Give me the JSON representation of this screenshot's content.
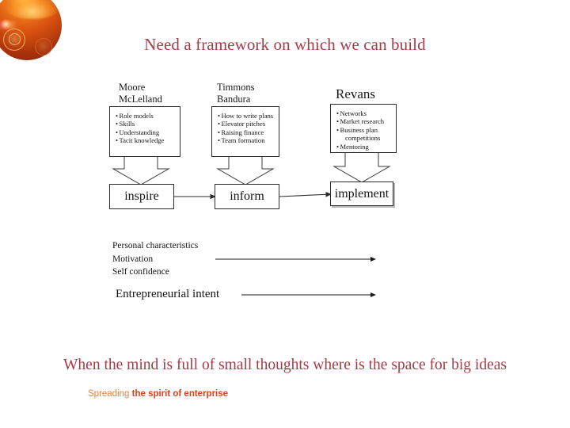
{
  "slide": {
    "headline": "Need a framework on which we can build",
    "caption": "When the mind is full of small thoughts where is the space for big ideas",
    "footer": {
      "light_text": "Spreading ",
      "bold_text": "the spirit of enterprise"
    },
    "colors": {
      "headline": "#a63a46",
      "caption": "#a63a46",
      "footer_light": "#e8803a",
      "footer_bold": "#d8431a",
      "sphere_top": "#ffae3a",
      "sphere_bottom": "#7d2208",
      "diagram_line": "#2b2b2b"
    }
  },
  "diagram": {
    "columns": [
      {
        "header_lines": [
          "Moore",
          "McLelland"
        ],
        "header_size": "small",
        "bullets": [
          {
            "text": "Role models",
            "continuation": false
          },
          {
            "text": "Skills",
            "continuation": false
          },
          {
            "text": "Understanding",
            "continuation": false
          },
          {
            "text": "Tacit knowledge",
            "continuation": false
          }
        ],
        "outcome": "inspire"
      },
      {
        "header_lines": [
          "Timmons",
          "Bandura"
        ],
        "header_size": "small",
        "bullets": [
          {
            "text": "How to write plans",
            "continuation": false
          },
          {
            "text": "Elevator pitches",
            "continuation": false
          },
          {
            "text": "Raising finance",
            "continuation": false
          },
          {
            "text": "Team formation",
            "continuation": false
          }
        ],
        "outcome": "inform"
      },
      {
        "header_lines": [
          "Revans"
        ],
        "header_size": "big",
        "bullets": [
          {
            "text": "Networks",
            "continuation": false
          },
          {
            "text": "Market research",
            "continuation": false
          },
          {
            "text": "Business plan",
            "continuation": false
          },
          {
            "text": "competitions",
            "continuation": true
          },
          {
            "text": "Mentoring",
            "continuation": false
          }
        ],
        "outcome": "implement"
      }
    ],
    "lower_block": {
      "lines": [
        "Personal characteristics",
        "Motivation",
        "Self confidence"
      ],
      "intent": "Entrepreneurial intent"
    }
  }
}
